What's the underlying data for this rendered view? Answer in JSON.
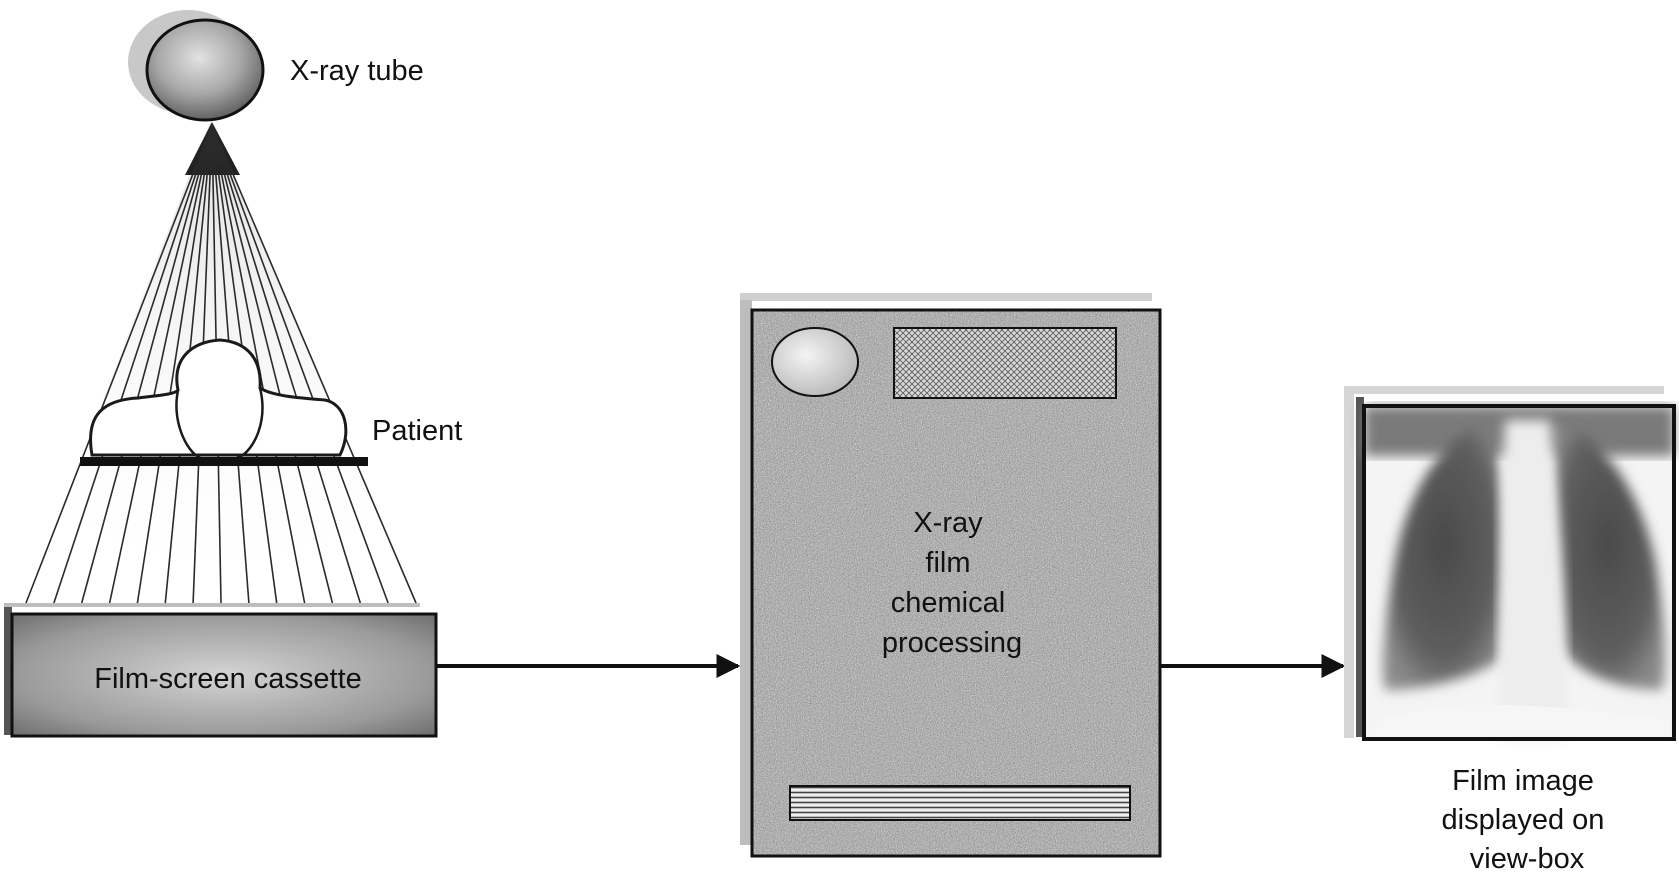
{
  "labels": {
    "xray_tube": "X-ray tube",
    "patient": "Patient",
    "cassette": "Film-screen cassette",
    "processing": [
      "X-ray",
      "film",
      "chemical",
      "processing"
    ],
    "viewbox": [
      "Film image",
      "displayed on",
      "view-box"
    ]
  }
}
